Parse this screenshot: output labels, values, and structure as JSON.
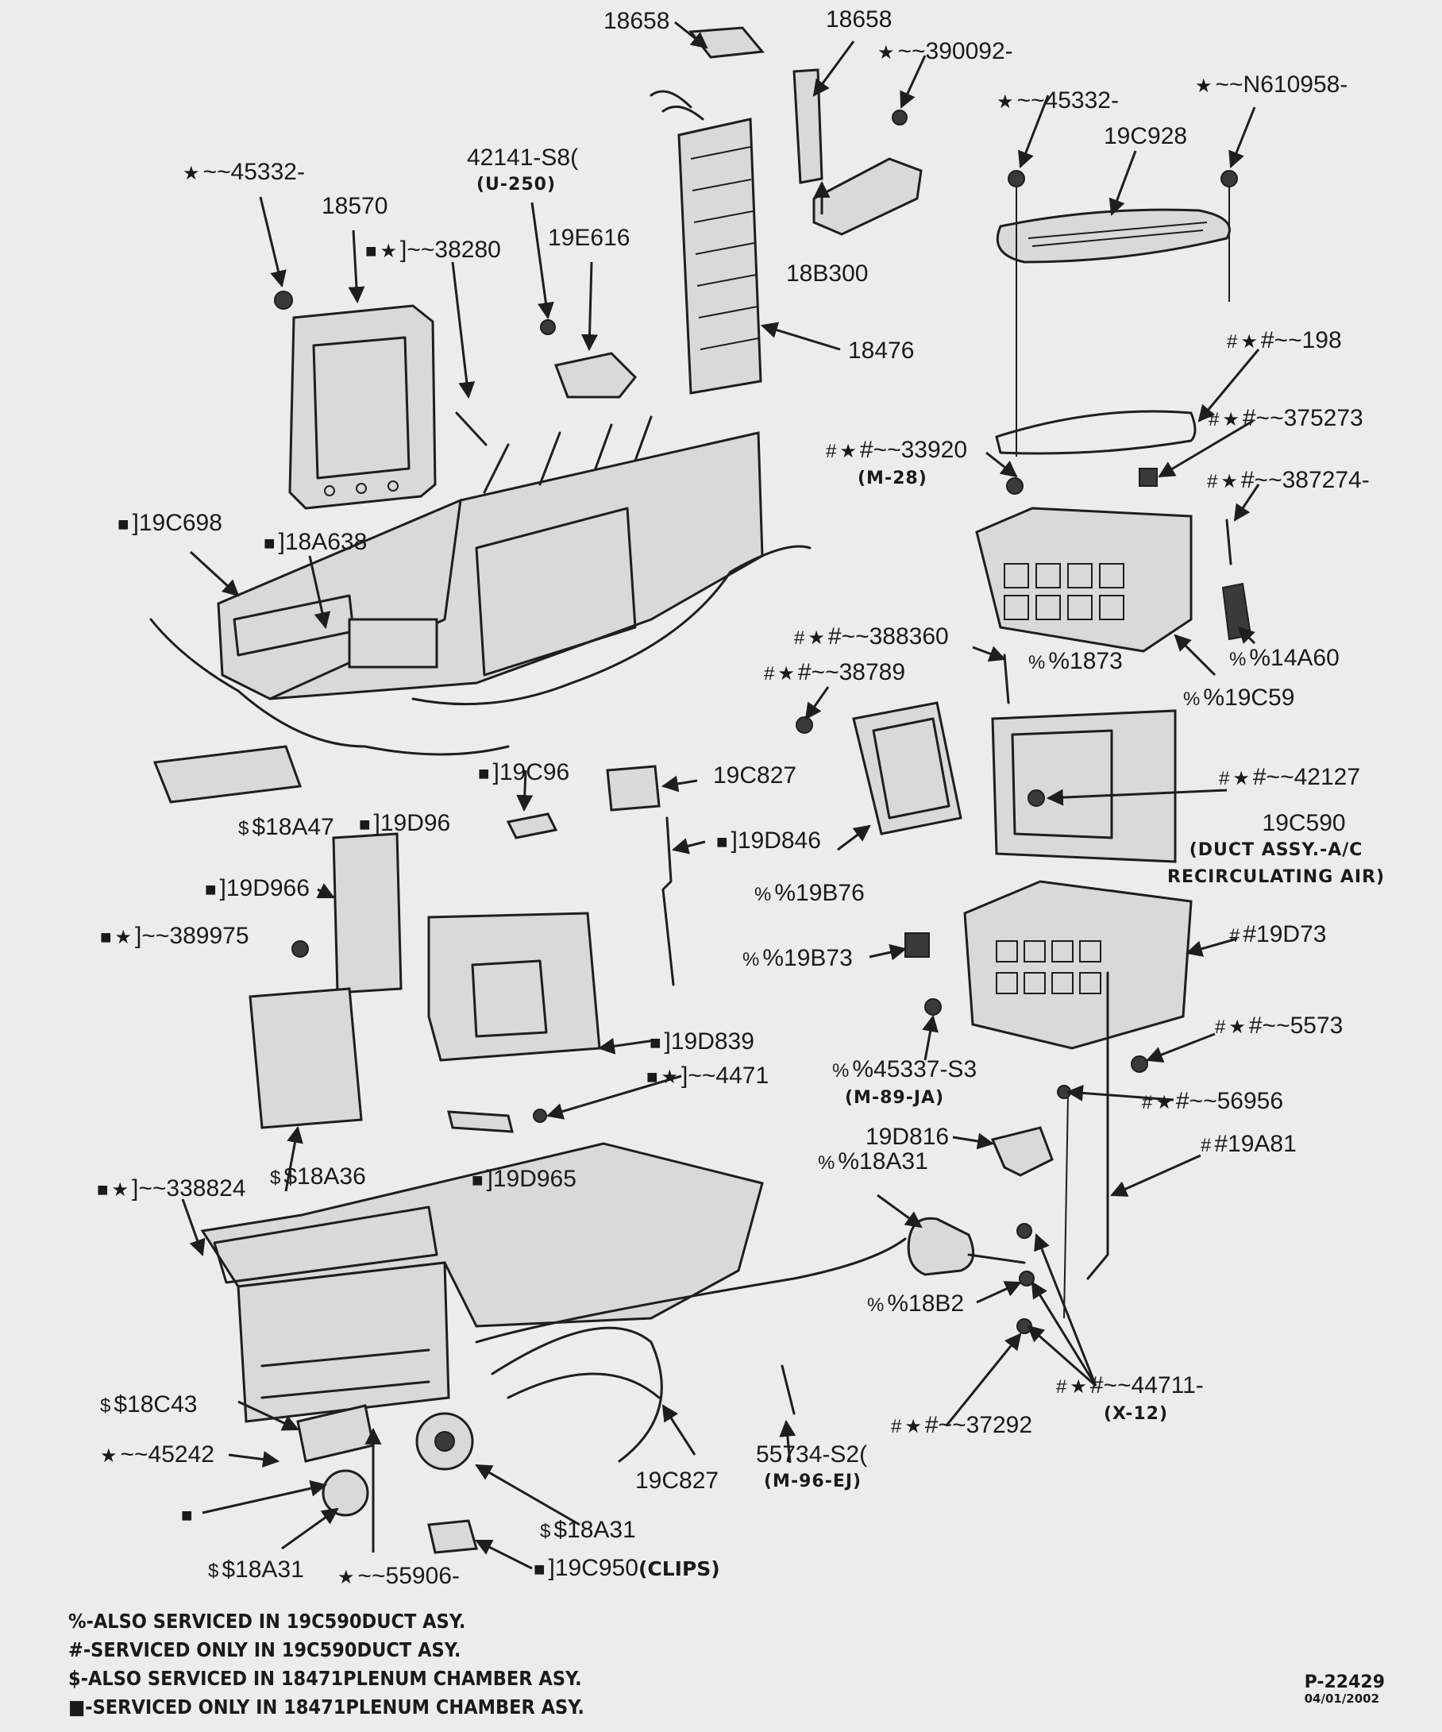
{
  "callouts": {
    "c18658_a": "18658",
    "c18658_b": "18658",
    "c390092": "~~390092-",
    "c45332_r": "~~45332-",
    "cN610958": "~~N610958-",
    "c19C928": "19C928",
    "c42141": "42141-S8(",
    "c42141_sub": "(U-250)",
    "c45332_l": "~~45332-",
    "c18570": "18570",
    "c38280": "]~~38280",
    "c19E616": "19E616",
    "c18B300": "18B300",
    "c18476": "18476",
    "c198": "#~~198",
    "c375273": "#~~375273",
    "c33920": "#~~33920",
    "c33920_sub": "(M-28)",
    "c387274": "#~~387274-",
    "c19C698": "]19C698",
    "c18A638": "]18A638",
    "c388360": "#~~388360",
    "c38789": "#~~38789",
    "c1873": "%1873",
    "c14A60": "%14A60",
    "c19C59": "%19C59",
    "c19C827_top": "19C827",
    "c19C96": "]19C96",
    "c42127": "#~~42127",
    "c19C590": "19C590",
    "c19C590_sub1": "(DUCT ASSY.-A/C",
    "c19C590_sub2": "RECIRCULATING AIR)",
    "c18A47": "$18A47",
    "c19D96": "]19D96",
    "c19D846": "]19D846",
    "c19B76": "%19B76",
    "c19D966": "]19D966",
    "c389975": "]~~389975",
    "c19B73": "%19B73",
    "c19D73": "#19D73",
    "c19D839": "]19D839",
    "c5573": "#~~5573",
    "c4471": "]~~4471",
    "c45337": "%45337-S3",
    "c45337_sub": "(M-89-JA)",
    "c56956": "#~~56956",
    "c18A36": "$18A36",
    "c19D965": "]19D965",
    "c19D816": "19D816",
    "c19A81": "#19A81",
    "c18A31_r": "%18A31",
    "c338824": "]~~338824",
    "c18B2": "%18B2",
    "c44711": "#~~44711-",
    "c44711_sub": "(X-12)",
    "c18C43": "$18C43",
    "c37292": "#~~37292",
    "c45242": "~~45242",
    "c55734": "55734-S2(",
    "c55734_sub": "(M-96-EJ)",
    "c19C827_bot": "19C827",
    "c18A31_b": "$18A31",
    "c18A31_l": "$18A31",
    "c55906": "~~55906-",
    "c19C950": "]19C950",
    "c19C950_clips": "(CLIPS)"
  },
  "legend": [
    "%-ALSO SERVICED IN  19C590DUCT ASY.",
    "#-SERVICED ONLY IN  19C590DUCT ASY.",
    "$-ALSO SERVICED IN 18471PLENUM CHAMBER ASY.",
    "■-SERVICED ONLY IN  18471PLENUM CHAMBER ASY."
  ],
  "drawing_number": "P-22429",
  "drawing_date": "04/01/2002",
  "symbols": {
    "star": "★",
    "hash": "#",
    "square": "■",
    "dollar": "$",
    "percent": "%"
  },
  "colors": {
    "ink": "#1e1e1e",
    "paper": "#ececec",
    "fill": "#d9d9d9"
  }
}
